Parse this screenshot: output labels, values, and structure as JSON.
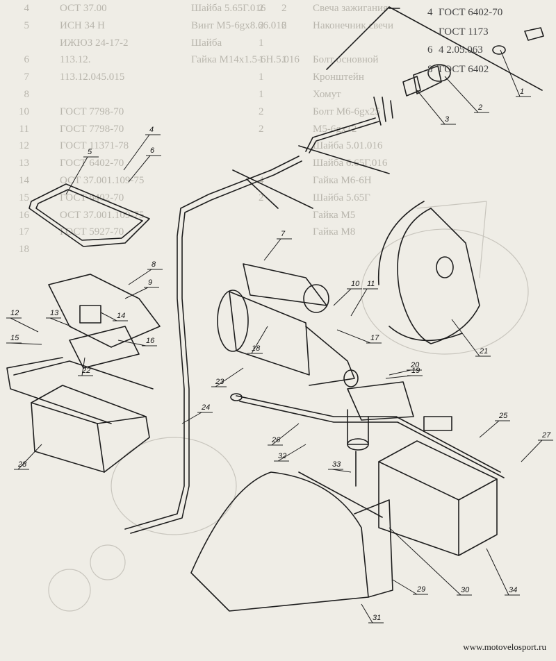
{
  "background_table": [
    {
      "no": "4",
      "designation": "ОСТ 37.00",
      "name": "Шайба 5.65Г.016",
      "q1": "2",
      "q2": "2",
      "right": "Свеча зажигания"
    },
    {
      "no": "5",
      "designation": "ИСН 34 Н",
      "name": "Винт М5-6gх8.66.016",
      "q1": "2",
      "q2": "2",
      "right": "Наконечник свечи"
    },
    {
      "no": "",
      "designation": "ИЖЮЗ 24-17-2",
      "name": "Шайба",
      "q1": "1",
      "q2": "",
      "right": ""
    },
    {
      "no": "6",
      "designation": "113.12.",
      "name": "Гайка М14х1.5-6Н.5.016",
      "q1": "1",
      "q2": "1",
      "right": "Болт основной"
    },
    {
      "no": "7",
      "designation": "113.12.045.015",
      "name": "",
      "q1": "1",
      "q2": "",
      "right": "Кронштейн"
    },
    {
      "no": "8",
      "designation": "",
      "name": "",
      "q1": "1",
      "q2": "",
      "right": "Хомут"
    },
    {
      "no": "10",
      "designation": "ГОСТ 7798-70",
      "name": "",
      "q1": "2",
      "q2": "",
      "right": "Болт М6-6gх25"
    },
    {
      "no": "11",
      "designation": "ГОСТ 7798-70",
      "name": "",
      "q1": "2",
      "q2": "",
      "right": "М5-6gх12"
    },
    {
      "no": "12",
      "designation": "ГОСТ 11371-78",
      "name": "",
      "q1": "",
      "q2": "",
      "right": "Шайба 5.01.016"
    },
    {
      "no": "13",
      "designation": "ГОСТ 6402-70",
      "name": "",
      "q1": "",
      "q2": "",
      "right": "Шайба 6.65Г.016"
    },
    {
      "no": "14",
      "designation": "ОСТ 37.001.109-75",
      "name": "",
      "q1": "4",
      "q2": "",
      "right": "Гайка М6-6Н"
    },
    {
      "no": "15",
      "designation": "ГОСТ 6402-70",
      "name": "",
      "q1": "2",
      "q2": "",
      "right": "Шайба 5.65Г"
    },
    {
      "no": "16",
      "designation": "ОСТ 37.001.109-75",
      "name": "",
      "q1": "",
      "q2": "",
      "right": "Гайка М5"
    },
    {
      "no": "17",
      "designation": "ГОСТ 5927-70",
      "name": "",
      "q1": "",
      "q2": "",
      "right": "Гайка М8"
    },
    {
      "no": "18",
      "designation": "",
      "name": "",
      "q1": "",
      "q2": "",
      "right": ""
    }
  ],
  "top_right_table": [
    {
      "q": "4",
      "text": "ГОСТ 6402-70"
    },
    {
      "q": "",
      "text": "ГОСТ 1173"
    },
    {
      "q": "6",
      "text": "4  2.05.063"
    },
    {
      "q": "8",
      "text": "ГОСТ 6402"
    }
  ],
  "callouts": [
    "1",
    "2",
    "3",
    "4",
    "5",
    "6",
    "7",
    "8",
    "9",
    "10",
    "11",
    "12",
    "13",
    "14",
    "15",
    "16",
    "17",
    "18",
    "19",
    "20",
    "21",
    "22",
    "23",
    "24",
    "25",
    "26",
    "27",
    "28",
    "29",
    "30",
    "31",
    "32",
    "33",
    "34"
  ],
  "watermark": "www.motovelosport.ru"
}
